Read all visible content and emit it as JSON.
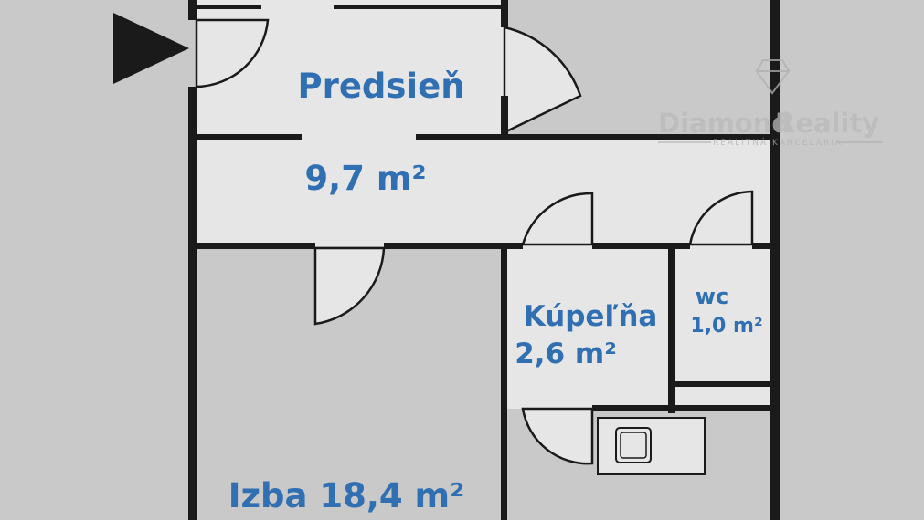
{
  "rooms": {
    "hall": {
      "name": "Predsieň",
      "area": "9,7 m²"
    },
    "bathroom": {
      "name": "Kúpeľňa",
      "area": "2,6 m²"
    },
    "wc": {
      "name": "WC",
      "area": "1,0 m²"
    },
    "room": {
      "name": "Izba 18,4 m²"
    }
  },
  "watermark": {
    "brand_left": "Diamond",
    "brand_right": "Reality",
    "tagline": "REALITNÁ KANCELÁRIA"
  },
  "colors": {
    "background": "#c9c9c9",
    "floor": "#e6e6e6",
    "wall": "#1a1a1a",
    "label": "#2f6fb2"
  }
}
